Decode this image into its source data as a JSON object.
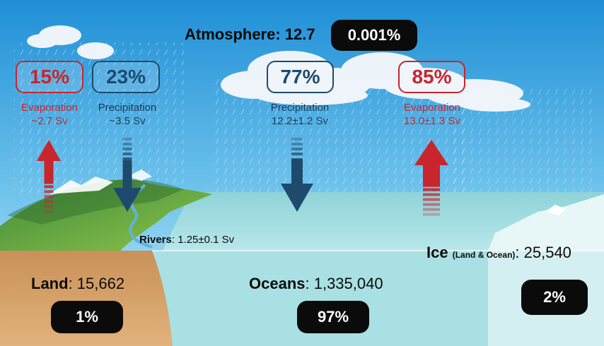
{
  "atmosphere": {
    "label": "Atmosphere:",
    "value": "12.7",
    "share": "0.001%"
  },
  "flows": [
    {
      "id": "land-evaporation",
      "percent": "15%",
      "name": "Evaporation",
      "rate": "~2.7 Sv",
      "direction": "up",
      "color": "#c8252d"
    },
    {
      "id": "land-precipitation",
      "percent": "23%",
      "name": "Precipitation",
      "rate": "~3.5 Sv",
      "direction": "down",
      "color": "#1e4a6e"
    },
    {
      "id": "ocean-precipitation",
      "percent": "77%",
      "name": "Precipitation",
      "rate": "12.2±1.2 Sv",
      "direction": "down",
      "color": "#1e4a6e"
    },
    {
      "id": "ocean-evaporation",
      "percent": "85%",
      "name": "Evaporation",
      "rate": "13.0±1.3 Sv",
      "direction": "up",
      "color": "#c8252d"
    }
  ],
  "rivers": {
    "label": "Rivers",
    "value": ": 1.25±0.1 Sv"
  },
  "reservoirs": {
    "land": {
      "label": "Land",
      "value": ": 15,662",
      "share": "1%"
    },
    "oceans": {
      "label": "Oceans",
      "value": ": 1,335,040",
      "share": "97%"
    },
    "ice": {
      "label": "Ice",
      "qualifier": "(Land & Ocean)",
      "value": ": 25,540",
      "share": "2%"
    }
  },
  "colors": {
    "sky_top": "#1f8fd6",
    "sky_bottom": "#bfe6f7",
    "ocean": "#a8e0e3",
    "land": "#d9a46b",
    "ice": "#d6f1f3",
    "evaporation": "#c8252d",
    "precipitation": "#1e4a6e",
    "pill": "#0b0b0b"
  }
}
